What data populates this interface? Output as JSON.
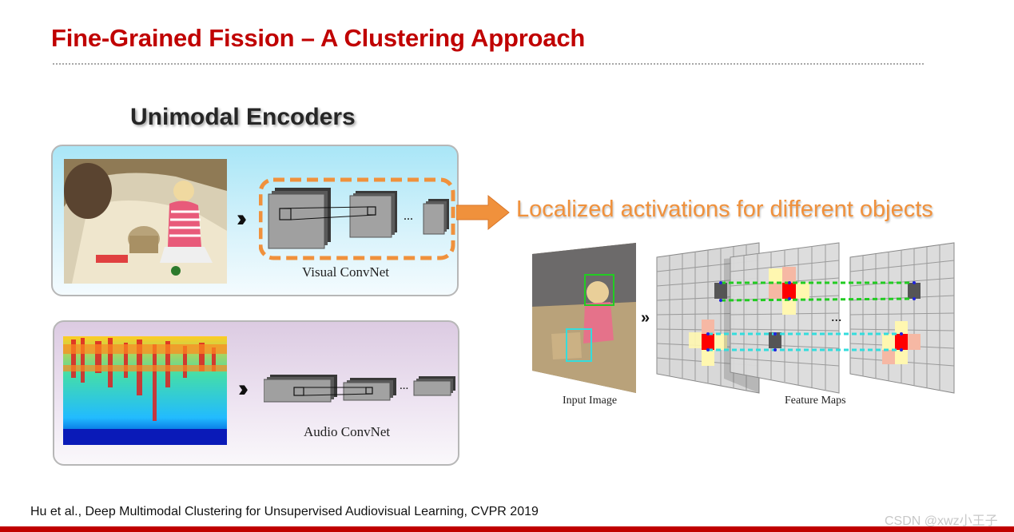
{
  "slide": {
    "title": "Fine-Grained Fission – A Clustering Approach",
    "subtitle": "Unimodal Encoders",
    "callout": "Localized activations for different objects"
  },
  "visual_panel": {
    "label": "Visual ConvNet",
    "photo": "photo of a toddler playing a toy drum on a sofa",
    "ellipsis": "..."
  },
  "audio_panel": {
    "label": "Audio ConvNet",
    "spectrogram": "audio spectrogram heatmap",
    "ellipsis": "..."
  },
  "figure": {
    "input_caption": "Input Image",
    "maps_caption": "Feature Maps",
    "ellipsis": "..."
  },
  "footer": {
    "citation": "Hu et al., Deep Multimodal Clustering for Unsupervised Audiovisual Learning, CVPR 2019",
    "watermark": "CSDN @xwz小王子"
  },
  "colors": {
    "title": "#c00000",
    "callout": "#f0913c",
    "highlight_dash": "#f0913c",
    "green_box": "#22cc22",
    "cyan_box": "#33dddd",
    "activation_red": "#ff0000",
    "activation_pink": "#f6b8a4",
    "activation_yellow": "#fff7b0"
  },
  "icons": [
    "double-chevron-right-icon",
    "orange-arrow-right-icon"
  ]
}
